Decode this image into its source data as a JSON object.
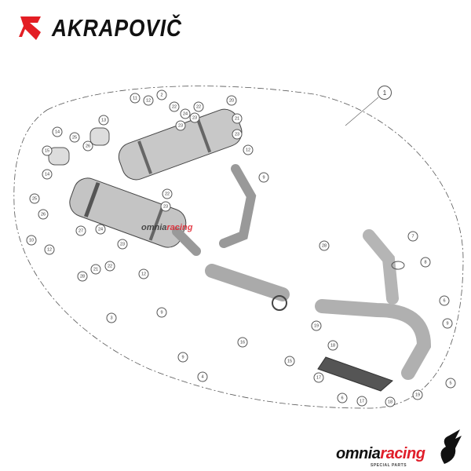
{
  "brand": {
    "name": "AKRAPOVIČ",
    "logo_color": "#e31e24"
  },
  "watermark": {
    "part1": "omnia",
    "part2": "racing"
  },
  "footer_logo": {
    "part1": "omnia",
    "part2": "racing",
    "tagline": "SPECIAL PARTS",
    "accent": "#e01e2a"
  },
  "callouts": [
    "1",
    "13",
    "14",
    "25",
    "26",
    "15",
    "14",
    "25",
    "26",
    "10",
    "12",
    "27",
    "24",
    "28",
    "21",
    "22",
    "23",
    "3",
    "12",
    "9",
    "22",
    "23",
    "11",
    "12",
    "2",
    "22",
    "24",
    "23",
    "22",
    "23",
    "20",
    "21",
    "23",
    "12",
    "9",
    "28",
    "7",
    "8",
    "6",
    "9",
    "4",
    "16",
    "15",
    "19",
    "18",
    "17",
    "6",
    "17",
    "18",
    "19",
    "5",
    "9"
  ]
}
